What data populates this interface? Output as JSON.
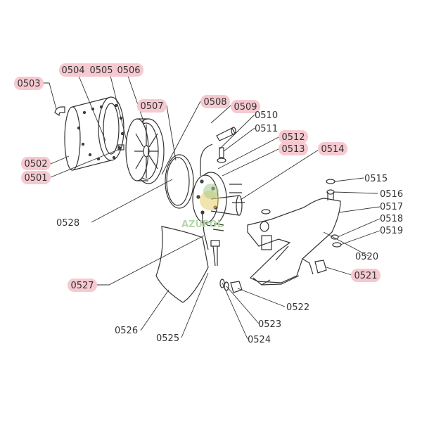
{
  "watermark": {
    "text": "AZUPOL"
  },
  "colors": {
    "highlight": "#f6c9d0",
    "line": "#333333",
    "watermark": "#b8d8a8"
  },
  "labels": [
    {
      "id": "0501",
      "text": "0501",
      "highlight": true
    },
    {
      "id": "0502",
      "text": "0502",
      "highlight": true
    },
    {
      "id": "0503",
      "text": "0503",
      "highlight": true
    },
    {
      "id": "0504",
      "text": "0504",
      "highlight": true
    },
    {
      "id": "0505",
      "text": "0505",
      "highlight": true
    },
    {
      "id": "0506",
      "text": "0506",
      "highlight": true
    },
    {
      "id": "0507",
      "text": "0507",
      "highlight": true
    },
    {
      "id": "0508",
      "text": "0508",
      "highlight": true
    },
    {
      "id": "0509",
      "text": "0509",
      "highlight": true
    },
    {
      "id": "0510",
      "text": "0510",
      "highlight": false
    },
    {
      "id": "0511",
      "text": "0511",
      "highlight": false
    },
    {
      "id": "0512",
      "text": "0512",
      "highlight": true
    },
    {
      "id": "0513",
      "text": "0513",
      "highlight": true
    },
    {
      "id": "0514",
      "text": "0514",
      "highlight": true
    },
    {
      "id": "0515",
      "text": "0515",
      "highlight": false
    },
    {
      "id": "0516",
      "text": "0516",
      "highlight": false
    },
    {
      "id": "0517",
      "text": "0517",
      "highlight": false
    },
    {
      "id": "0518",
      "text": "0518",
      "highlight": false
    },
    {
      "id": "0519",
      "text": "0519",
      "highlight": false
    },
    {
      "id": "0520",
      "text": "0520",
      "highlight": false
    },
    {
      "id": "0521",
      "text": "0521",
      "highlight": true
    },
    {
      "id": "0522",
      "text": "0522",
      "highlight": false
    },
    {
      "id": "0523",
      "text": "0523",
      "highlight": false
    },
    {
      "id": "0524",
      "text": "0524",
      "highlight": false
    },
    {
      "id": "0525",
      "text": "0525",
      "highlight": false
    },
    {
      "id": "0526",
      "text": "0526",
      "highlight": false
    },
    {
      "id": "0527",
      "text": "0527",
      "highlight": true
    },
    {
      "id": "0528",
      "text": "0528",
      "highlight": false
    }
  ]
}
